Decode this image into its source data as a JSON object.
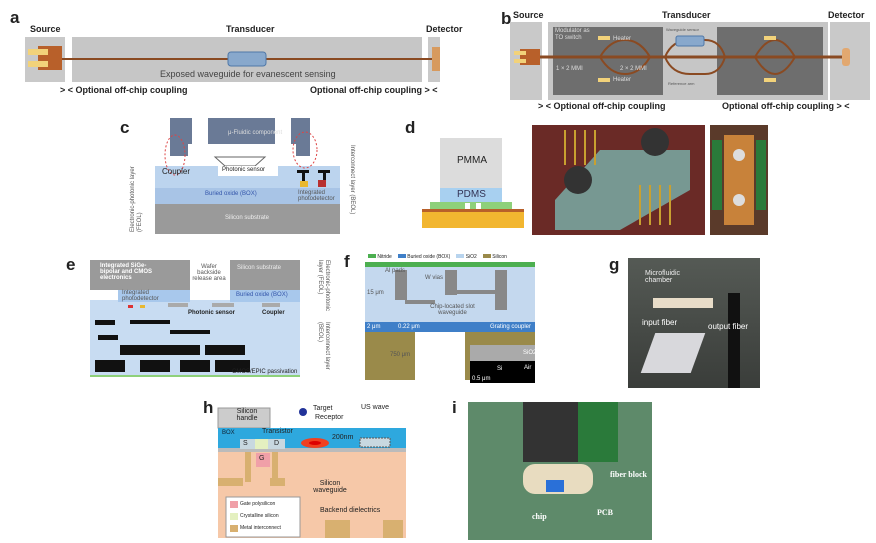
{
  "panels": {
    "a": {
      "label": "a",
      "source": "Source",
      "transducer": "Transducer",
      "detector": "Detector",
      "waveguide": "Exposed waveguide for evanescent sensing",
      "coupling_left": "> < Optional off-chip coupling",
      "coupling_right": "Optional off-chip coupling > <"
    },
    "b": {
      "label": "b",
      "source": "Source",
      "transducer": "Transducer",
      "detector": "Detector",
      "modulator": "Modulator as TO switch",
      "heater_top": "Heater",
      "heater_bottom": "Heater",
      "mmi1": "1 × 2 MMI",
      "mmi2": "2 × 2 MMI",
      "sensor": "Waveguide sensor",
      "reference": "Reference arm",
      "coupling_left": "> < Optional off-chip coupling",
      "coupling_right": "Optional off-chip coupling > <"
    },
    "c": {
      "label": "c",
      "fluidic": "μ-Fluidic component",
      "coupler": "Coupler",
      "photonic": "Photonic sensor",
      "box": "Buried oxide (BOX)",
      "substrate": "Silicon substrate",
      "photodetector": "Integrated photodetector",
      "feol": "Electronic-photonic layer (FEOL)",
      "beol": "Interconnect layer (BEOL)"
    },
    "d": {
      "label": "d",
      "pmma": "PMMA",
      "pdms": "PDMS"
    },
    "e": {
      "label": "e",
      "electronics": "Integrated SiGe-bipolar and CMOS electronics",
      "release": "Wafer backside release area",
      "substrate": "Silicon substrate",
      "box": "Buried oxide (BOX)",
      "photodetector": "Integrated photodetector",
      "photonic": "Photonic sensor",
      "coupler": "Coupler",
      "feol": "Electronic-photonic layer (FEOL)",
      "beol": "Interconnect layer (BEOL)",
      "passivation": "CMOS/EPIC passivation"
    },
    "f": {
      "label": "f",
      "legend": [
        "Nitride",
        "Buried oxide (BOX)",
        "SiO2",
        "Silicon"
      ],
      "legend_colors": [
        "#4caf50",
        "#3f7fc8",
        "#b8d4ee",
        "#9a8a4a"
      ],
      "al_pads": "Al pads",
      "w_vias": "W vias",
      "h15": "15 μm",
      "h2": "2 μm",
      "h022": "0.22 μm",
      "h750": "750 μm",
      "slot": "Chip-located slot waveguide",
      "grating": "Grating coupler",
      "sio2": "SiO2",
      "si": "Si",
      "air": "Air",
      "scale": "0.5 μm"
    },
    "g": {
      "label": "g",
      "chamber": "Microfluidic chamber",
      "input": "input fiber",
      "output": "output fiber"
    },
    "h": {
      "label": "h",
      "handle": "Silicon handle",
      "box": "BOX",
      "transistor": "Transistor",
      "target": "Target",
      "receptor": "Receptor",
      "us": "US wave",
      "thickness": "200nm",
      "s": "S",
      "d": "D",
      "g": "G",
      "waveguide": "Silicon waveguide",
      "backend": "Backend dielectrics",
      "legend": [
        "Gate polysilicon",
        "Crystalline silicon",
        "Metal interconnect"
      ]
    },
    "i": {
      "label": "i",
      "fiber": "fiber block",
      "chip": "chip",
      "pcb": "PCB"
    }
  }
}
